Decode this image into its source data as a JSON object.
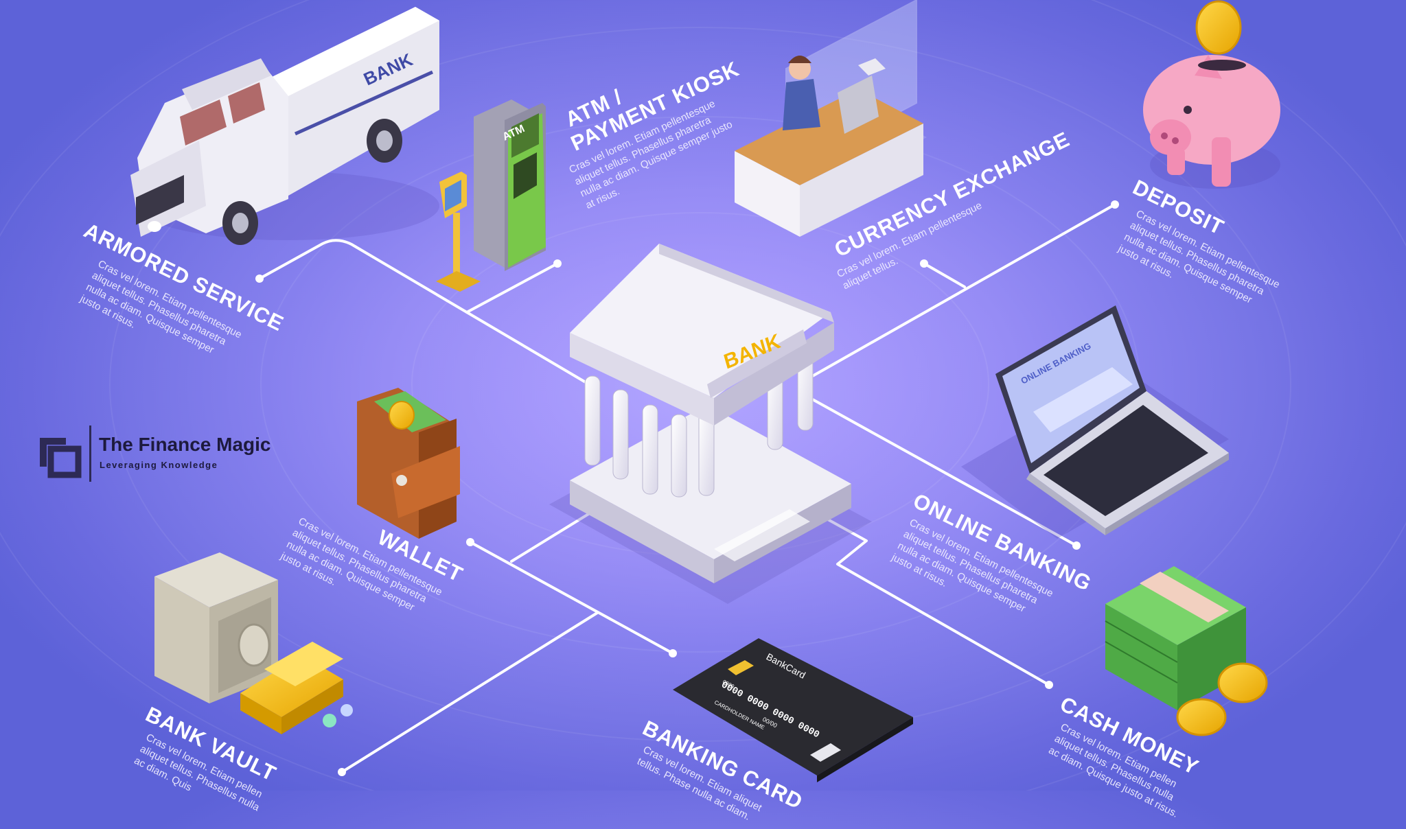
{
  "logo": {
    "brand": "The Finance Magic",
    "tagline": "Leveraging Knowledge"
  },
  "center": {
    "sign_text": "BANK"
  },
  "nodes": [
    {
      "id": "armored-service",
      "title": "ARMORED SERVICE",
      "description": "Cras vel lorem. Etiam pellentesque aliquet tellus. Phasellus pharetra nulla ac diam. Quisque semper justo at risus.",
      "icon": "armored-truck-icon"
    },
    {
      "id": "atm",
      "title_lines": [
        "ATM /",
        "PAYMENT KIOSK"
      ],
      "description": "Cras vel lorem. Etiam pellentesque aliquet tellus. Phasellus pharetra nulla ac diam. Quisque semper justo at risus.",
      "icon": "atm-kiosk-icon"
    },
    {
      "id": "currency-exchange",
      "title": "CURRENCY EXCHANGE",
      "description": "Cras vel lorem. Etiam pellentesque aliquet tellus.",
      "icon": "exchange-desk-icon"
    },
    {
      "id": "deposit",
      "title": "DEPOSIT",
      "description": "Cras vel lorem. Etiam pellentesque aliquet tellus. Phasellus pharetra nulla ac diam. Quisque semper justo at risus.",
      "icon": "piggy-bank-icon"
    },
    {
      "id": "wallet",
      "title": "WALLET",
      "description": "Cras vel lorem. Etiam pellentesque aliquet tellus. Phasellus pharetra nulla ac diam. Quisque semper justo at risus.",
      "icon": "wallet-icon"
    },
    {
      "id": "online-banking",
      "title": "ONLINE BANKING",
      "description": "Cras vel lorem. Etiam pellentesque aliquet tellus. Phasellus pharetra nulla ac diam. Quisque semper justo at risus.",
      "icon": "laptop-icon"
    },
    {
      "id": "bank-vault",
      "title": "BANK VAULT",
      "description": "Cras vel lorem. Etiam pellen aliquet tellus. Phasellus nulla ac diam. Quis",
      "icon": "safe-icon"
    },
    {
      "id": "banking-card",
      "title": "BANKING CARD",
      "description": "Cras vel lorem. Etiam aliquet tellus. Phase nulla ac diam.",
      "icon": "credit-card-icon"
    },
    {
      "id": "cash-money",
      "title": "CASH MONEY",
      "description": "Cras vel lorem. Etiam pellen aliquet tellus. Phasellus nulla ac diam. Quisque justo at risus.",
      "icon": "cash-stack-icon"
    }
  ],
  "illustration_text": {
    "truck_sign": "BANK",
    "atm_sign": "ATM",
    "laptop_screen": "ONLINE BANKING",
    "card_brand": "BankCard",
    "card_number": "0000 0000 0000 0000",
    "card_holder": "CARDHOLDER NAME",
    "card_small": "0000",
    "card_expiry": "00/00"
  },
  "colors": {
    "background": "#8680ee",
    "connector": "#ffffff",
    "text": "#ffffff",
    "logo_ink": "#1d1a3d"
  }
}
